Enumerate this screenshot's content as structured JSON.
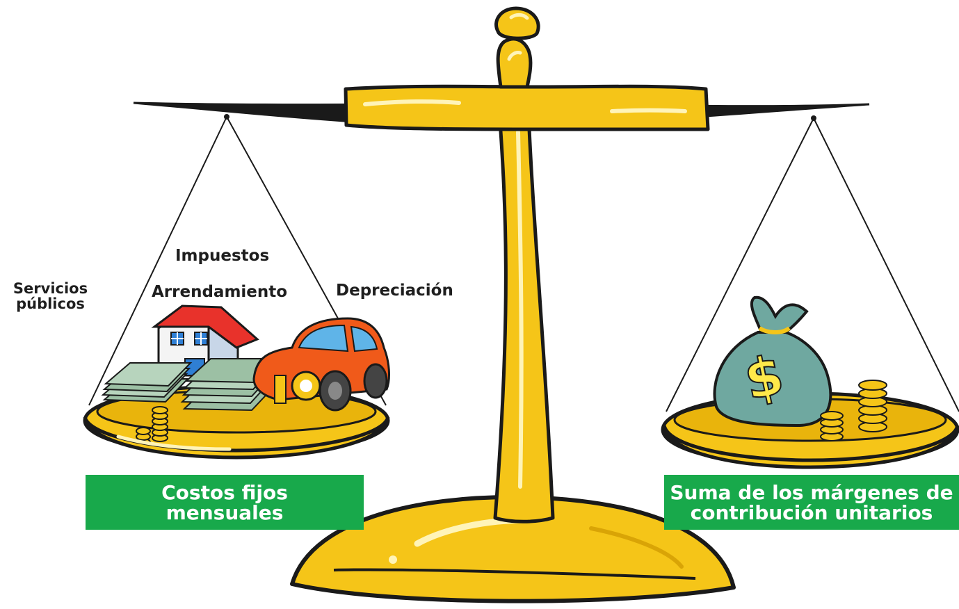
{
  "labels": {
    "servicios_line1": "Servicios",
    "servicios_line2": "públicos",
    "impuestos": "Impuestos",
    "arrendamiento": "Arrendamiento",
    "depreciacion": "Depreciación"
  },
  "left_banner": {
    "line1": "Costos fijos",
    "line2": "mensuales",
    "color": "#18a94b"
  },
  "right_banner": {
    "line1": "Suma de los márgenes de",
    "line2": "contribución unitarios",
    "color": "#18a94b"
  },
  "icons": {
    "scale": "balance-scale-icon",
    "house": "house-icon",
    "car": "car-icon",
    "bills": "money-bills-icon",
    "money_bag": "money-bag-icon",
    "coins": "coin-stack-icon"
  },
  "colors": {
    "gold": "#f5c518",
    "gold_dark": "#d9a406",
    "highlight": "#fff4b8",
    "outline": "#1a1a1a",
    "bag": "#6fa8a0",
    "dollar": "#ffe94a",
    "car": "#f05a1a",
    "roof": "#e8322b",
    "bills": "#9cc0a4"
  }
}
